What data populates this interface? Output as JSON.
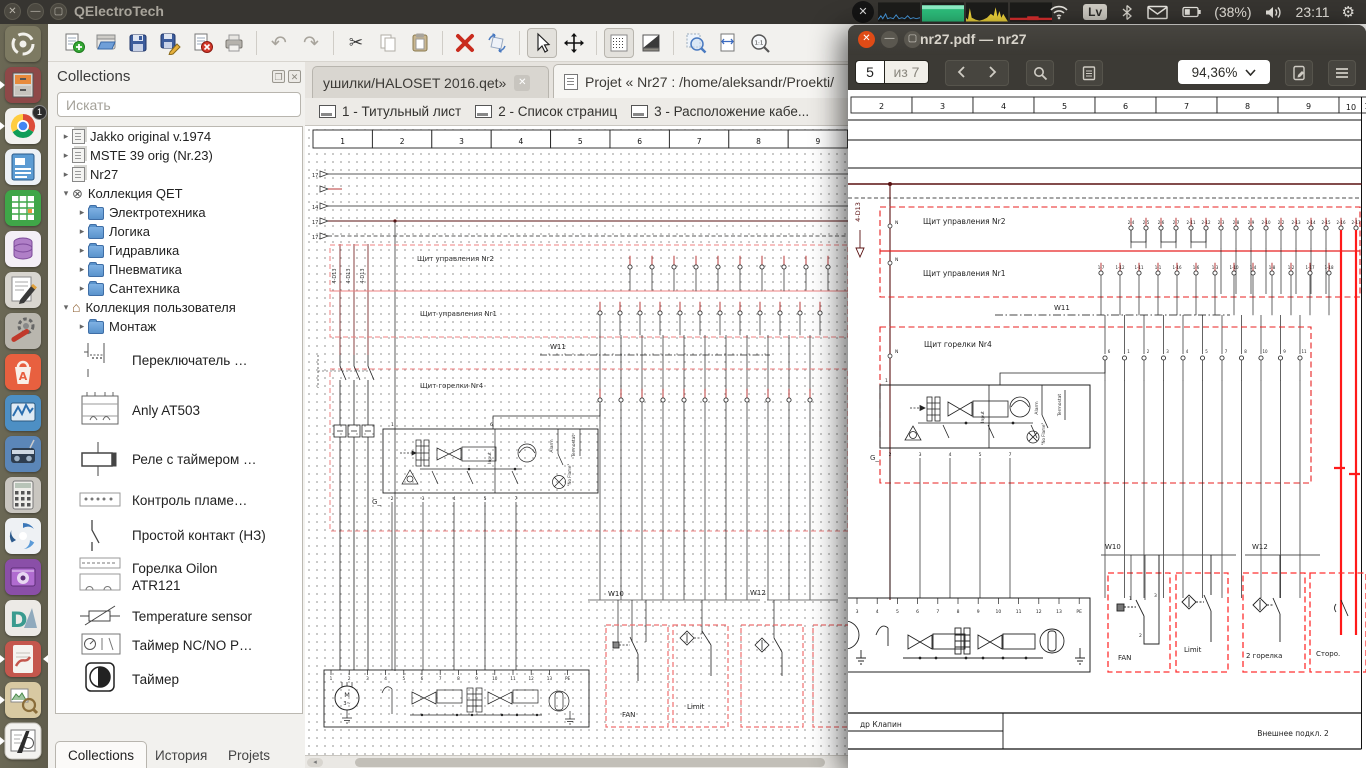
{
  "top_bar": {
    "title": "QElectroTech",
    "tray": {
      "keyboard_layout": "Lv",
      "battery_percent": "(38%)",
      "time": "23:11"
    }
  },
  "launcher": {
    "items": [
      {
        "name": "dash-home"
      },
      {
        "name": "file-cabinet",
        "arrow": true
      },
      {
        "name": "chrome",
        "arrow": true,
        "badge": "1"
      },
      {
        "name": "libreoffice-writer"
      },
      {
        "name": "libreoffice-calc"
      },
      {
        "name": "libreoffice-base"
      },
      {
        "name": "text-editor"
      },
      {
        "name": "system-settings"
      },
      {
        "name": "software-center"
      },
      {
        "name": "system-monitor"
      },
      {
        "name": "radio"
      },
      {
        "name": "calculator"
      },
      {
        "name": "shotwell"
      },
      {
        "name": "media-player"
      },
      {
        "name": "draft-tool"
      },
      {
        "name": "evince",
        "arrow": true,
        "focused": true
      },
      {
        "name": "image-viewer",
        "arrow": true
      },
      {
        "name": "qelectrotech",
        "arrow": true
      }
    ]
  },
  "qet": {
    "toolbar": [
      "new-project",
      "open-project",
      "save",
      "save-as",
      "close-project",
      "print",
      "sep",
      "undo",
      "redo",
      "sep",
      "cut",
      "copy",
      "paste",
      "sep",
      "delete",
      "rotate",
      "sep",
      "select-tool",
      "move-tool",
      "sep",
      "grid-toggle",
      "display-toggle",
      "sep",
      "zoom-fit",
      "zoom-page",
      "zoom-one"
    ],
    "panel": {
      "title": "Collections",
      "search_placeholder": "Искать",
      "tree": [
        {
          "label": "Jakko original v.1974",
          "depth": 0,
          "expanded": false,
          "icon": "project"
        },
        {
          "label": "MSTE 39 orig (Nr.23)",
          "depth": 0,
          "expanded": false,
          "icon": "project"
        },
        {
          "label": "Nr27",
          "depth": 0,
          "expanded": false,
          "icon": "project"
        },
        {
          "label": "Коллекция QET",
          "depth": 0,
          "expanded": true,
          "icon": "qet"
        },
        {
          "label": "Электротехника",
          "depth": 1,
          "expanded": false,
          "icon": "folder"
        },
        {
          "label": "Логика",
          "depth": 1,
          "expanded": false,
          "icon": "folder"
        },
        {
          "label": "Гидравлика",
          "depth": 1,
          "expanded": false,
          "icon": "folder"
        },
        {
          "label": "Пневматика",
          "depth": 1,
          "expanded": false,
          "icon": "folder"
        },
        {
          "label": "Сантехника",
          "depth": 1,
          "expanded": false,
          "icon": "folder"
        },
        {
          "label": "Коллекция пользователя",
          "depth": 0,
          "expanded": true,
          "icon": "home"
        },
        {
          "label": "Монтаж",
          "depth": 1,
          "expanded": false,
          "icon": "folder"
        }
      ],
      "elements": [
        {
          "label": "Переключатель …"
        },
        {
          "label": "Anly AT503"
        },
        {
          "label": "Реле с таймером …"
        },
        {
          "label": "Контроль пламе…"
        },
        {
          "label": "Простой контакт (НЗ)"
        },
        {
          "label": "Горелка Oilon",
          "label2": "ATR121"
        },
        {
          "label": "Temperature sensor"
        },
        {
          "label": "Таймер NC/NO P…"
        },
        {
          "label": "Таймер"
        }
      ],
      "tabs": [
        {
          "label": "Collections",
          "active": true
        },
        {
          "label": "История"
        },
        {
          "label": "Projets"
        }
      ]
    },
    "tabs": [
      {
        "label": "ушилки/HALOSET 2016.qet»",
        "closable": true
      },
      {
        "label": "Projet « Nr27 : /home/aleksandr/Proekti/",
        "active": true
      }
    ],
    "diagram_tabs": [
      "1 - Титульный лист",
      "2 - Список страниц",
      "3 - Расположение кабе..."
    ],
    "schematic": {
      "columns": [
        "1",
        "2",
        "3",
        "4",
        "5",
        "6",
        "7",
        "8",
        "9"
      ],
      "row_refs": [
        "17.",
        "",
        "14",
        "17.",
        "17."
      ],
      "riser_label": "4-D13",
      "region_nr2": "Щит управления Nr2",
      "region_nr1": "Щит управления Nr1",
      "region_nr4": "Щит горелки Nr4",
      "w11": "W11",
      "w10": "W10",
      "w12": "W12",
      "fan": "FAN",
      "limit": "Limit",
      "g": "G_",
      "box_top": [
        "1",
        "6"
      ],
      "box_bottom": [
        "2",
        "3",
        "4",
        "5",
        "7"
      ],
      "input": "Input",
      "alarm": "Alarm",
      "termostat": "Termostat",
      "no_flame": "\"No Flame\"",
      "strip_terminals": [
        "1",
        "2",
        "3",
        "4",
        "5",
        "6",
        "7",
        "8",
        "9",
        "10",
        "11",
        "12",
        "13",
        "PE"
      ],
      "motor": "M",
      "motor_phase": "3~"
    }
  },
  "pdf": {
    "title": "nr27.pdf — nr27",
    "toolbar": {
      "page": "5",
      "of_pages": "из 7",
      "zoom": "94,36%"
    },
    "schematic": {
      "columns": [
        "2",
        "3",
        "4",
        "5",
        "6",
        "7",
        "8",
        "9",
        "10"
      ],
      "riser_label": "4-D13",
      "neutral": "N",
      "region_nr2": "Щит управления Nr2",
      "region_nr1": "Щит управления Nr1",
      "region_nr4": "Щит горелки Nr4",
      "w11": "W11",
      "w10": "W10",
      "w12": "W12",
      "g": "G_",
      "nr2_terminals": [
        "2-4",
        "2-5",
        "2-6",
        "2-7",
        "2-11",
        "2-12",
        "2-3",
        "2-8",
        "2-9",
        "2-10",
        "2-2",
        "2-13",
        "2-14",
        "2-15",
        "2-16",
        "2-17"
      ],
      "nr1_terminals": [
        "1-7",
        "1-12",
        "1-11",
        "1-1",
        "1-16",
        "1-6",
        "1-3",
        "1-10",
        "1-4",
        "1-8",
        "1-2",
        "1-17",
        "1-18"
      ],
      "nr4_terminals": [
        "6",
        "1",
        "2",
        "3",
        "4",
        "5",
        "7",
        "8",
        "10",
        "9",
        "11"
      ],
      "box_top": [
        "1",
        "6"
      ],
      "box_bottom": [
        "2",
        "3",
        "4",
        "5",
        "7"
      ],
      "input": "Input",
      "alarm": "Alarm",
      "termostat": "Termostat",
      "no_flame": "\"No Flame\"",
      "fan_contacts": [
        "1",
        "3",
        "2"
      ],
      "boxes": [
        "FAN",
        "Limit",
        "2 горелка",
        "Сторо."
      ],
      "strip_terminals": [
        "3",
        "4",
        "5",
        "6",
        "7",
        "8",
        "9",
        "10",
        "11",
        "12",
        "13",
        "PE"
      ],
      "title_block": {
        "left": "др Клапин",
        "right": "Внешнее подкл. 2"
      }
    }
  }
}
